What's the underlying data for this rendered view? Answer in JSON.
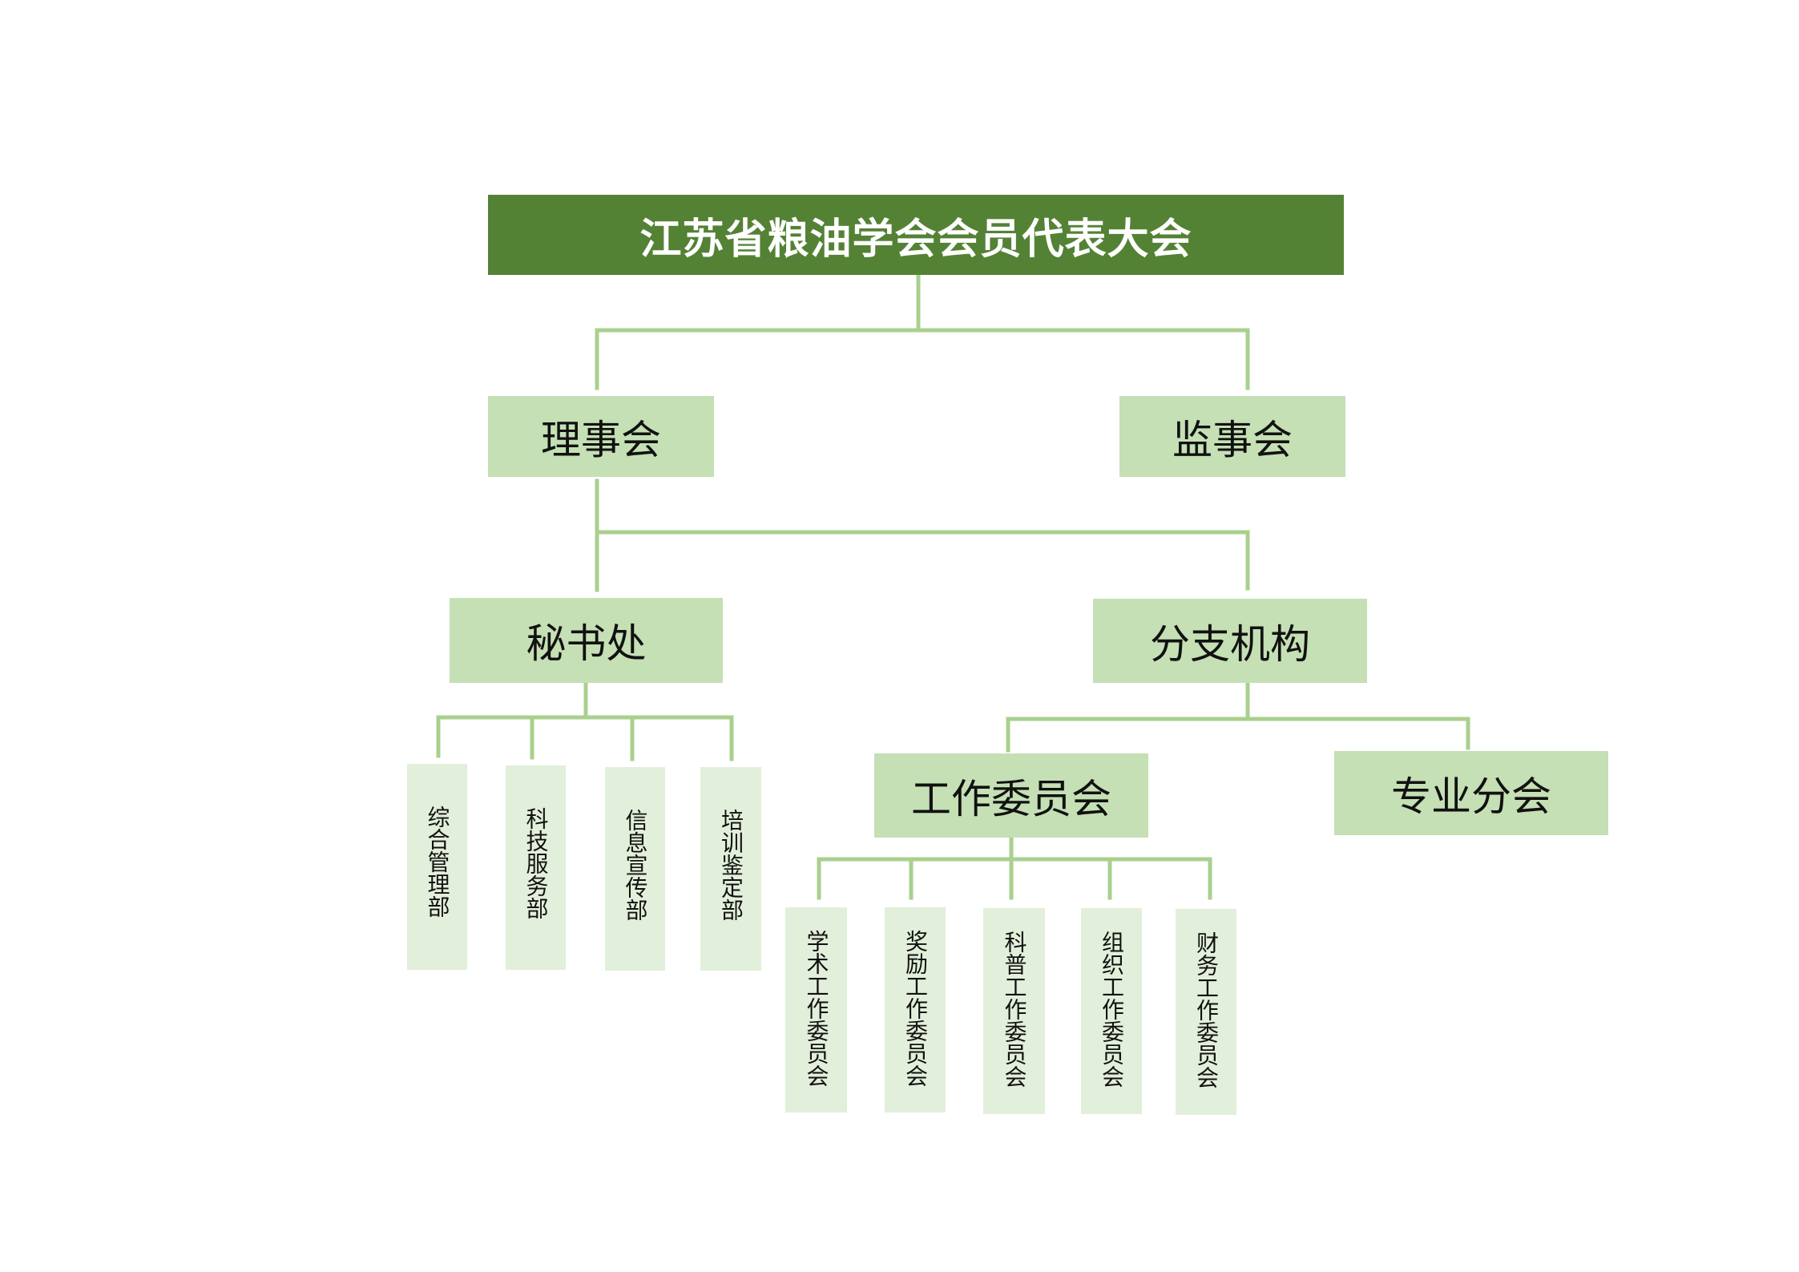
{
  "root": {
    "label": "江苏省粮油学会会员代表大会"
  },
  "council": {
    "label": "理事会"
  },
  "supervisory": {
    "label": "监事会"
  },
  "secretariat": {
    "label": "秘书处",
    "departments": [
      "综合管理部",
      "科技服务部",
      "信息宣传部",
      "培训鉴定部"
    ]
  },
  "branches": {
    "label": "分支机构"
  },
  "work_committees": {
    "label": "工作委员会",
    "items": [
      "学术工作委员会",
      "奖励工作委员会",
      "科普工作委员会",
      "组织工作委员会",
      "财务工作委员会"
    ]
  },
  "special_branches": {
    "label": "专业分会"
  },
  "colors": {
    "root_fill": "#548235",
    "node_fill": "#c5e0b4",
    "leaf_fill": "#e2efda",
    "connector": "#a9d08e"
  }
}
